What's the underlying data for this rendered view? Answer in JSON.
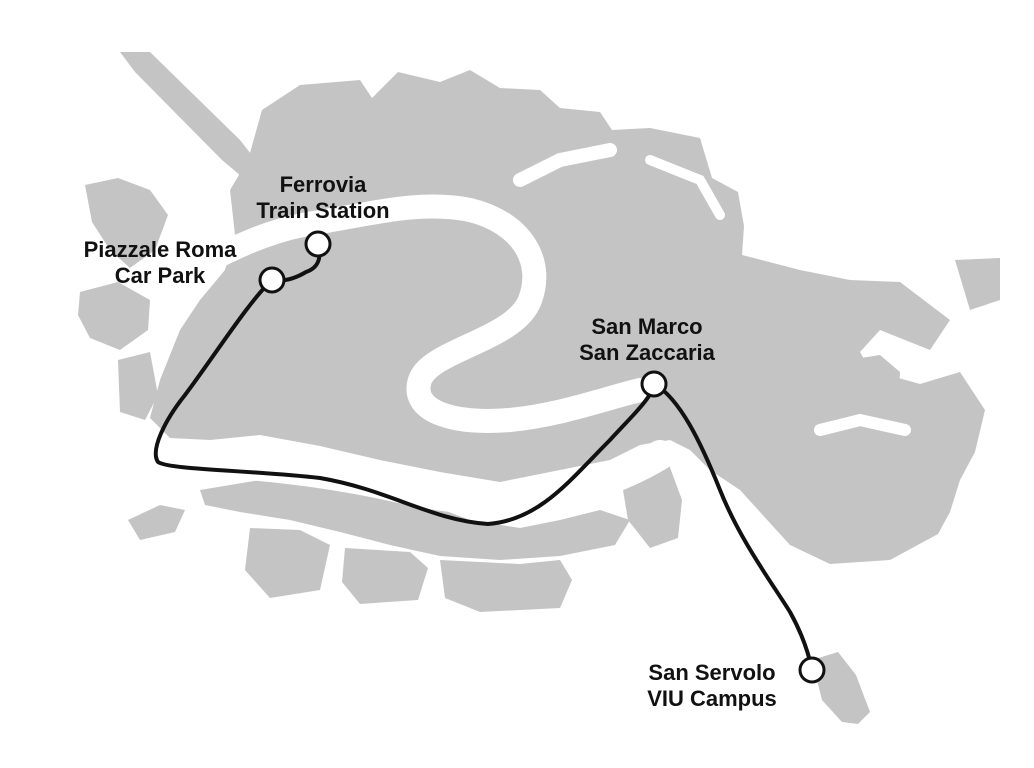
{
  "map": {
    "colors": {
      "land": "#c4c4c4",
      "water": "#ffffff",
      "route": "#111111",
      "stop_fill": "#ffffff",
      "stop_stroke": "#111111"
    },
    "stops": [
      {
        "id": "piazzale-roma",
        "line1": "Piazzale Roma",
        "line2": "Car Park"
      },
      {
        "id": "ferrovia",
        "line1": "Ferrovia",
        "line2": "Train Station"
      },
      {
        "id": "san-marco",
        "line1": "San Marco",
        "line2": "San Zaccaria"
      },
      {
        "id": "san-servolo",
        "line1": "San Servolo",
        "line2": "VIU Campus"
      }
    ]
  }
}
